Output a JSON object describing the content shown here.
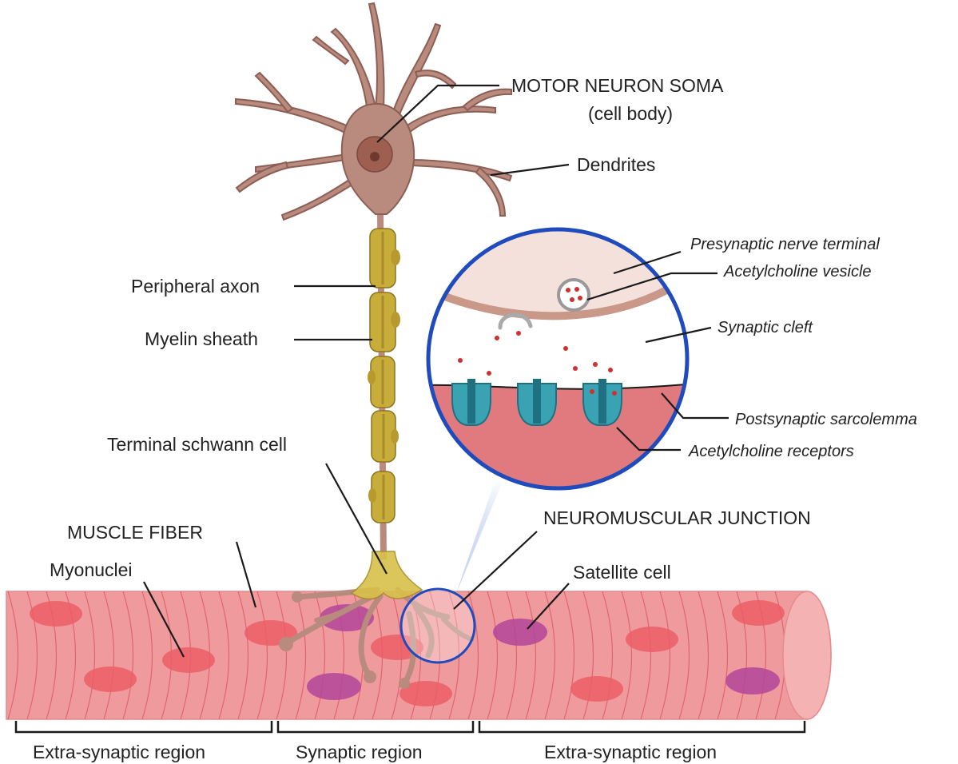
{
  "labels": {
    "soma_line1": "MOTOR NEURON SOMA",
    "soma_line2": "(cell body)",
    "dendrites": "Dendrites",
    "peripheral_axon": "Peripheral axon",
    "myelin_sheath": "Myelin sheath",
    "terminal_schwann_cell": "Terminal schwann cell",
    "muscle_fiber": "MUSCLE FIBER",
    "myonuclei": "Myonuclei",
    "neuromuscular_junction": "NEUROMUSCULAR JUNCTION",
    "satellite_cell": "Satellite cell"
  },
  "inset_labels": {
    "presynaptic_terminal": "Presynaptic nerve terminal",
    "ach_vesicle": "Acetylcholine vesicle",
    "synaptic_cleft": "Synaptic cleft",
    "postsynaptic_sarcolemma": "Postsynaptic sarcolemma",
    "ach_receptors": "Acetylcholine receptors"
  },
  "regions": {
    "left": "Extra-synaptic region",
    "middle": "Synaptic region",
    "right": "Extra-synaptic region"
  },
  "colors": {
    "neuron": "#b98a7e",
    "neuron_dark": "#8d5f54",
    "myelin": "#c9ad3a",
    "myelin_dark": "#8a7420",
    "muscle": "#ef9a9c",
    "muscle_end": "#f4b2b3",
    "myonucleus": "#ec5e66",
    "satellite": "#b3459a",
    "inset_border": "#1f4bbd",
    "presynaptic": "#f5e1dc",
    "postsynaptic": "#e07a7e",
    "receptor": "#3aa3b3",
    "vesicle_dot": "#d03030"
  }
}
